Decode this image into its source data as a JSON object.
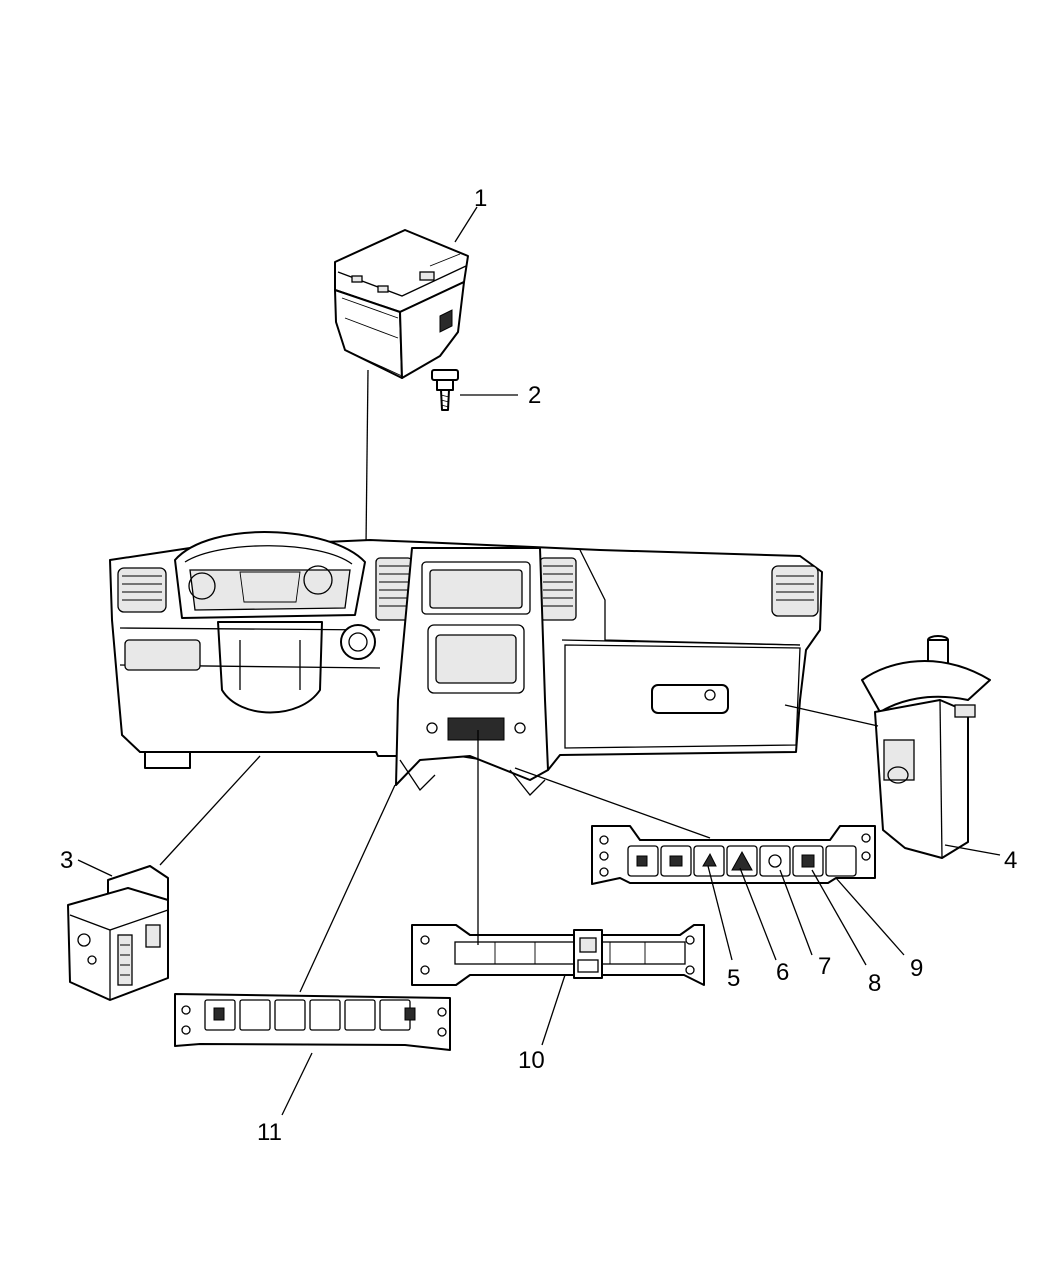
{
  "callouts": [
    {
      "id": "1",
      "label": "1",
      "part": "module-cover"
    },
    {
      "id": "2",
      "label": "2",
      "part": "screw"
    },
    {
      "id": "3",
      "label": "3",
      "part": "lamp-switch"
    },
    {
      "id": "4",
      "label": "4",
      "part": "ignition-switch"
    },
    {
      "id": "5",
      "label": "5",
      "part": "switch-panel-button-5"
    },
    {
      "id": "6",
      "label": "6",
      "part": "hazard-switch"
    },
    {
      "id": "7",
      "label": "7",
      "part": "switch-panel-button-7"
    },
    {
      "id": "8",
      "label": "8",
      "part": "switch-panel-button-8"
    },
    {
      "id": "9",
      "label": "9",
      "part": "switch-panel-bezel"
    },
    {
      "id": "10",
      "label": "10",
      "part": "center-switch-bezel"
    },
    {
      "id": "11",
      "label": "11",
      "part": "heated-seat-switch-bezel"
    }
  ]
}
